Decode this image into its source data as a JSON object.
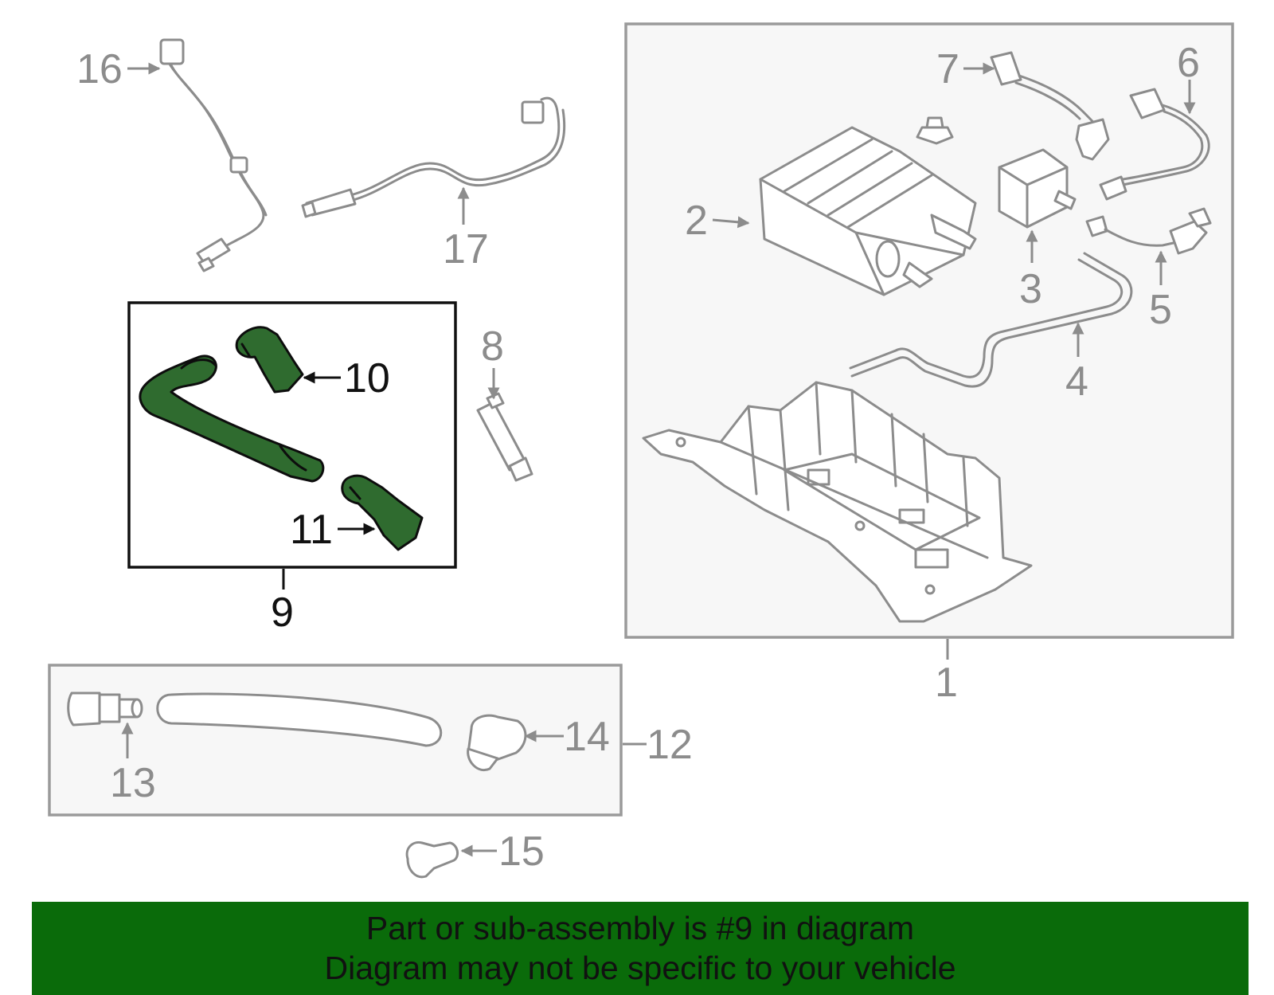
{
  "callouts": {
    "c1": "1",
    "c2": "2",
    "c3": "3",
    "c4": "4",
    "c5": "5",
    "c6": "6",
    "c7": "7",
    "c8": "8",
    "c9": "9",
    "c10": "10",
    "c11": "11",
    "c12": "12",
    "c13": "13",
    "c14": "14",
    "c15": "15",
    "c16": "16",
    "c17": "17"
  },
  "highlighted_part": "9",
  "banner": {
    "line1": "Part or sub-assembly is #9 in diagram",
    "line2": "Diagram may not be specific to your vehicle",
    "background_color": "#0a6b0a"
  },
  "colors": {
    "part_outline": "#8c8c8c",
    "highlight_fill": "#2f6b2f",
    "text_dark": "#111111"
  }
}
